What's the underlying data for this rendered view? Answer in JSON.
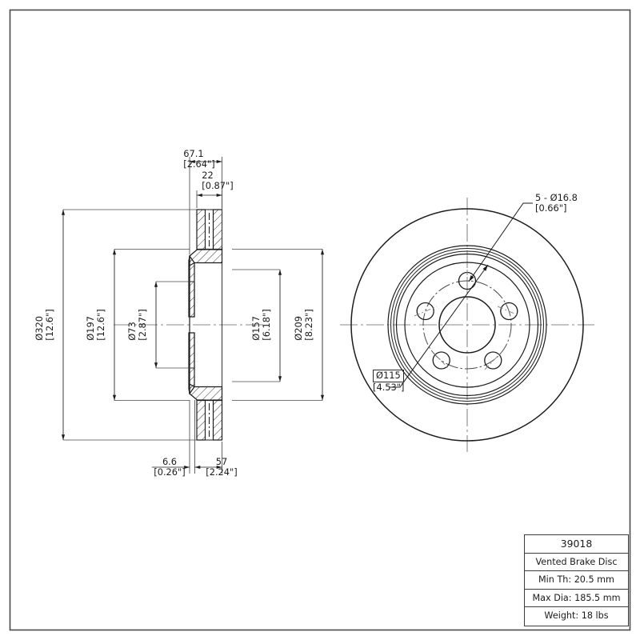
{
  "sheet": {
    "title_block": {
      "rows": [
        {
          "name": "part-number",
          "text": "39018"
        },
        {
          "name": "part-description",
          "text": "Vented Brake Disc"
        },
        {
          "name": "min-thickness",
          "text": "Min Th: 20.5 mm"
        },
        {
          "name": "max-diameter",
          "text": "Max Dia: 185.5 mm"
        },
        {
          "name": "weight",
          "text": "Weight: 18 lbs"
        }
      ]
    },
    "colors": {
      "line": "#1b1b1b",
      "thin_line": "#4a4a4a",
      "center_line": "#8a8a8a",
      "background": "#ffffff",
      "border": "#4a4a4a"
    }
  },
  "section_view": {
    "name": "cross-section-view",
    "dimensions": {
      "width_overall": {
        "mm": "67.1",
        "inch": "[2.64\"]"
      },
      "width_vane": {
        "mm": "22",
        "inch": "[0.87\"]"
      },
      "dia_outer": {
        "mm": "Ø320",
        "inch": "[12.6\"]"
      },
      "dia_rotor_inner": {
        "mm": "Ø197",
        "inch": "[12.6\"]"
      },
      "dia_hub_bore": {
        "mm": "Ø73",
        "inch": "[2.87\"]"
      },
      "dia_hat_outer": {
        "mm": "Ø157",
        "inch": "[6.18\"]"
      },
      "dia_mount_face": {
        "mm": "Ø209",
        "inch": "[8.23\"]"
      },
      "offset_left": {
        "mm": "6.6",
        "inch": "[0.26\"]"
      },
      "offset_right": {
        "mm": "57",
        "inch": "[2.24\"]"
      }
    }
  },
  "face_view": {
    "name": "face-view",
    "callouts": {
      "bolt_holes": {
        "mm": "5 - Ø16.8",
        "inch": "[0.66\"]"
      },
      "bolt_circle": {
        "mm": "Ø115",
        "inch": "[4.53\"]"
      }
    },
    "bolt_hole_count": 5
  }
}
